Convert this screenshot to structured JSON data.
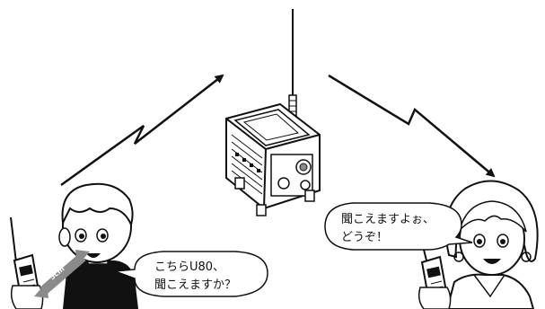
{
  "speech": {
    "left_line1": "こちらU80、",
    "left_line2": "聞こえますか？",
    "right_line1": "聞こえますよぉ、",
    "right_line2": "どうぞ！"
  },
  "distance_label": "5cm",
  "colors": {
    "line": "#111111",
    "background": "#ffffff",
    "gray": "#8a8a8a"
  }
}
